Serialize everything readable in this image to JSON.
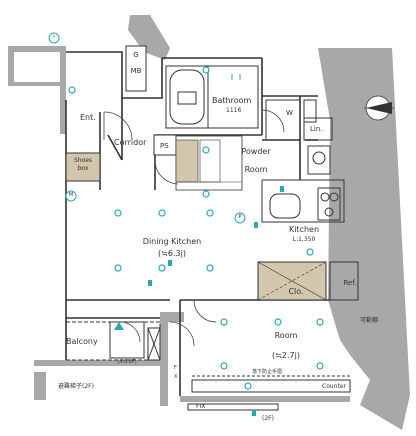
{
  "rooms": {
    "entrance": "Ent.",
    "corridor": "Corridor",
    "ps": "PS",
    "shoes_box": [
      "Shoes",
      "box"
    ],
    "gas_meter": "G",
    "meter_box": "MB",
    "bathroom": "Bathroom",
    "bathroom_size": "1116",
    "powder_room": [
      "Powder",
      "Room"
    ],
    "washer": "W",
    "linen": "Lin.",
    "dining_kitchen": "Dining Kitchen",
    "dining_kitchen_area": "(≒6.3j)",
    "kitchen": "Kitchen",
    "kitchen_length": "L:1,350",
    "closet": "Clo.",
    "refrigerator": "Ref.",
    "room": "Room",
    "room_area": "(≒2.7j)",
    "balcony": "Balcony",
    "balcony_note": "(4.6.8F)",
    "movable_wall": "可動棚",
    "evacuation_ladder": "避難梯子(2F)",
    "fall_prevention_rail": "落下防止手摺",
    "counter": "Counter",
    "fix": "FIX",
    "window_2f": "(2F)",
    "fx": [
      "F",
      "X"
    ],
    "marker_m": "M",
    "marker_i": "i",
    "marker_p": "P"
  },
  "colors": {
    "wall": "#a8a8a8",
    "line": "#333333",
    "floor_tile": "#d2c7ad",
    "closet_fill": "#d2c7ad",
    "teal": "#2aa6b8",
    "door": "#444444"
  },
  "compass": {
    "label": "N"
  }
}
